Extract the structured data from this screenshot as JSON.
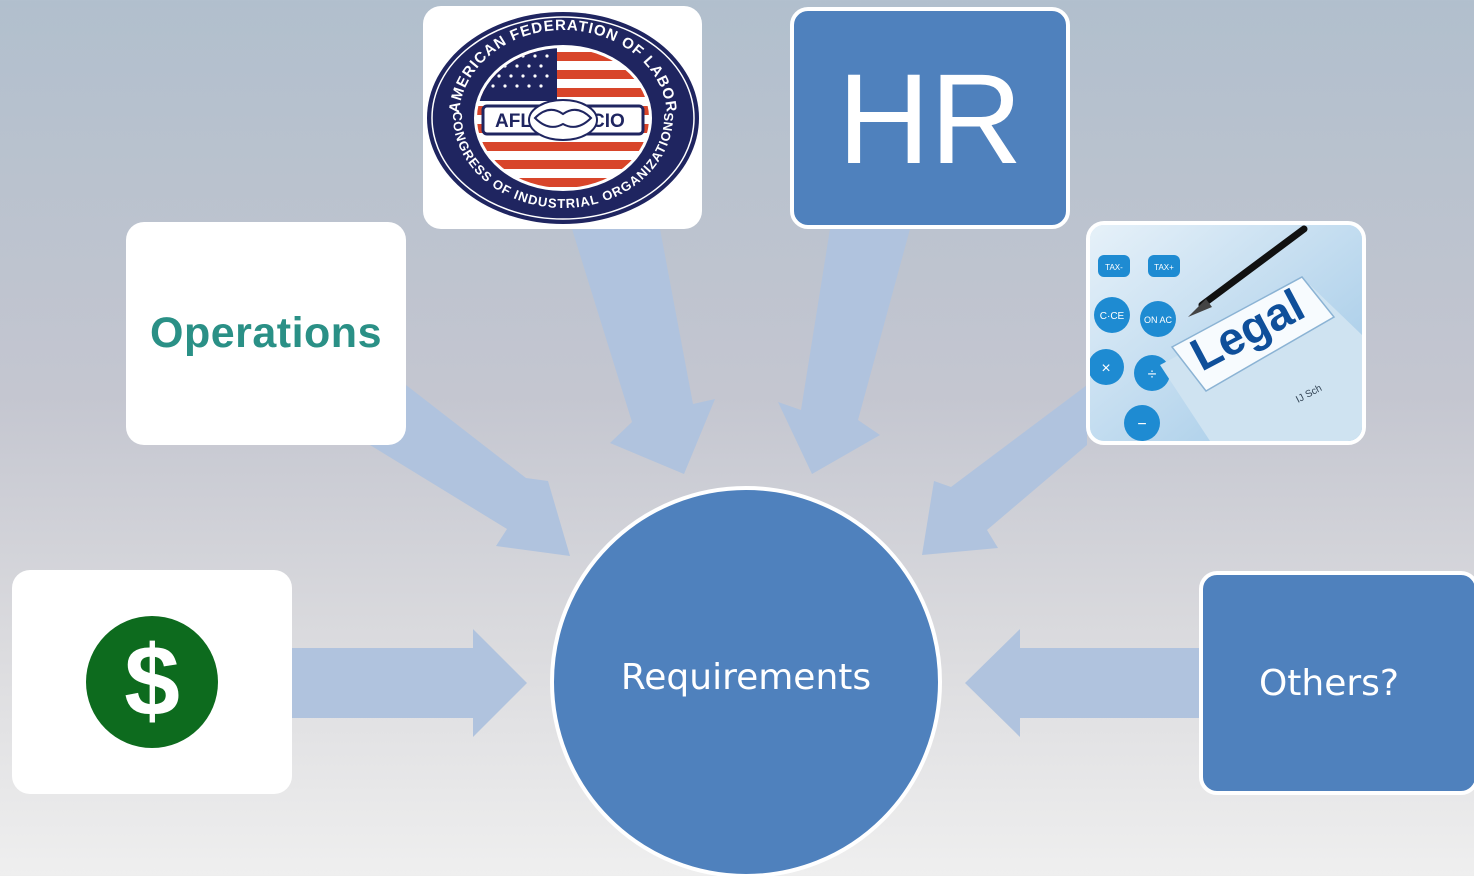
{
  "diagram": {
    "center": {
      "label": "Requirements"
    },
    "sources": {
      "hr": {
        "label": "HR"
      },
      "operations": {
        "label": "Operations"
      },
      "others": {
        "label": "Others?"
      },
      "union_logo": {
        "top_text": "AMERICAN FEDERATION OF LABOR",
        "bottom_text": "CONGRESS OF INDUSTRIAL ORGANIZATIONS",
        "badge_left": "AFL",
        "badge_right": "CIO"
      },
      "legal_image": {
        "label": "Legal",
        "keys": [
          "TAX-",
          "TAX+",
          "C·CE",
          "ON AC",
          "×",
          "÷",
          "−"
        ],
        "tab_text": "IJ Sch"
      },
      "finance_icon": {
        "symbol": "$"
      }
    }
  },
  "colors": {
    "node_blue": "#4f81bd",
    "arrow_blue": "#b0c3de",
    "operations_teal": "#2a9086",
    "finance_green": "#0d6b1e",
    "union_red": "#d8452a",
    "union_navy": "#1f2560"
  }
}
